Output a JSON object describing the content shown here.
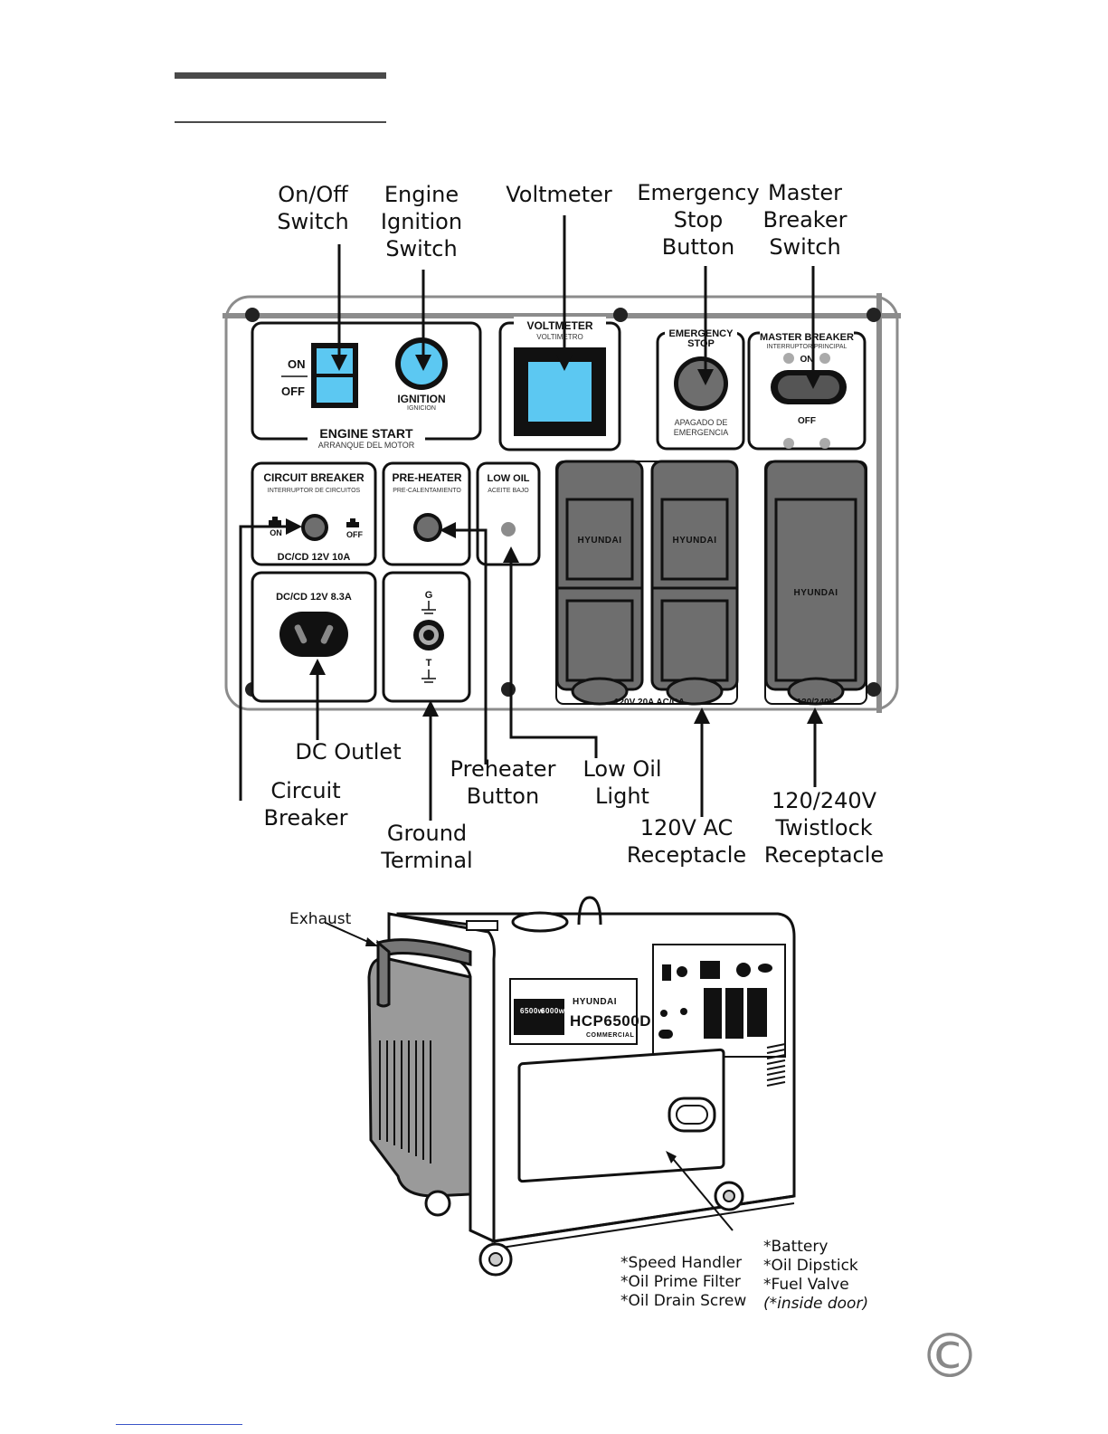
{
  "callouts": {
    "on_off_switch": [
      "On/Off",
      "Switch"
    ],
    "engine_ignition_switch": [
      "Engine",
      "Ignition",
      "Switch"
    ],
    "voltmeter": [
      "Voltmeter"
    ],
    "emergency_stop_button": [
      "Emergency",
      "Stop",
      "Button"
    ],
    "master_breaker_switch": [
      "Master",
      "Breaker",
      "Switch"
    ],
    "dc_outlet": [
      "DC Outlet"
    ],
    "circuit_breaker": [
      "Circuit",
      "Breaker"
    ],
    "ground_terminal": [
      "Ground",
      "Terminal"
    ],
    "preheater_button": [
      "Preheater",
      "Button"
    ],
    "low_oil_light": [
      "Low Oil",
      "Light"
    ],
    "ac_120v_receptacle": [
      "120V AC",
      "Receptacle"
    ],
    "twistlock_receptacle": [
      "120/240V",
      "Twistlock",
      "Receptacle"
    ]
  },
  "panel": {
    "on": "ON",
    "off": "OFF",
    "ignition": "IGNITION",
    "ignition_sub": "IGNICION",
    "engine_start": "ENGINE START",
    "engine_start_sub": "ARRANQUE DEL MOTOR",
    "voltmeter": "VOLTMETER",
    "voltmeter_sub": "VOLTIMETRO",
    "emergency_stop_1": "EMERGENCY",
    "emergency_stop_2": "STOP",
    "emergency_sub_1": "APAGADO DE",
    "emergency_sub_2": "EMERGENCIA",
    "master_breaker": "MASTER BREAKER",
    "master_breaker_sub": "INTERRUPTOR PRINCIPAL",
    "master_on": "ON",
    "master_off": "OFF",
    "circuit_breaker": "CIRCUIT BREAKER",
    "circuit_breaker_sub": "INTERRUPTOR DE CIRCUITOS",
    "cb_on": "ON",
    "cb_off": "OFF",
    "cb_rating": "DC/CD 12V 10A",
    "pre_heater": "PRE-HEATER",
    "pre_heater_sub": "PRE-CALENTAMIENTO",
    "low_oil": "LOW OIL",
    "low_oil_sub": "ACEITE BAJO",
    "dc_rating": "DC/CD 12V 8.3A",
    "ground_g": "G",
    "ground_t": "T",
    "ac_rating": "120V 20A AC/CA",
    "twistlock_rating": "120/240V",
    "brand": "HYUNDAI"
  },
  "generator": {
    "exhaust": "Exhaust",
    "brand": "HYUNDAI",
    "model": "HCP6500D",
    "model_sub": "COMMERCIAL",
    "badge_1": "6500w",
    "badge_2": "6000w"
  },
  "notes": {
    "left": [
      "*Speed Handler",
      "*Oil Prime Filter",
      "*Oil Drain Screw"
    ],
    "right": [
      "*Battery",
      "*Oil Dipstick",
      "*Fuel Valve"
    ],
    "inside_door": "(*inside door)"
  },
  "copyright_symbol": "©",
  "colors": {
    "accent_blue": "#5cc8f2",
    "panel_gray": "#8c8c8c",
    "receptacle_gray": "#6e6e6e"
  }
}
